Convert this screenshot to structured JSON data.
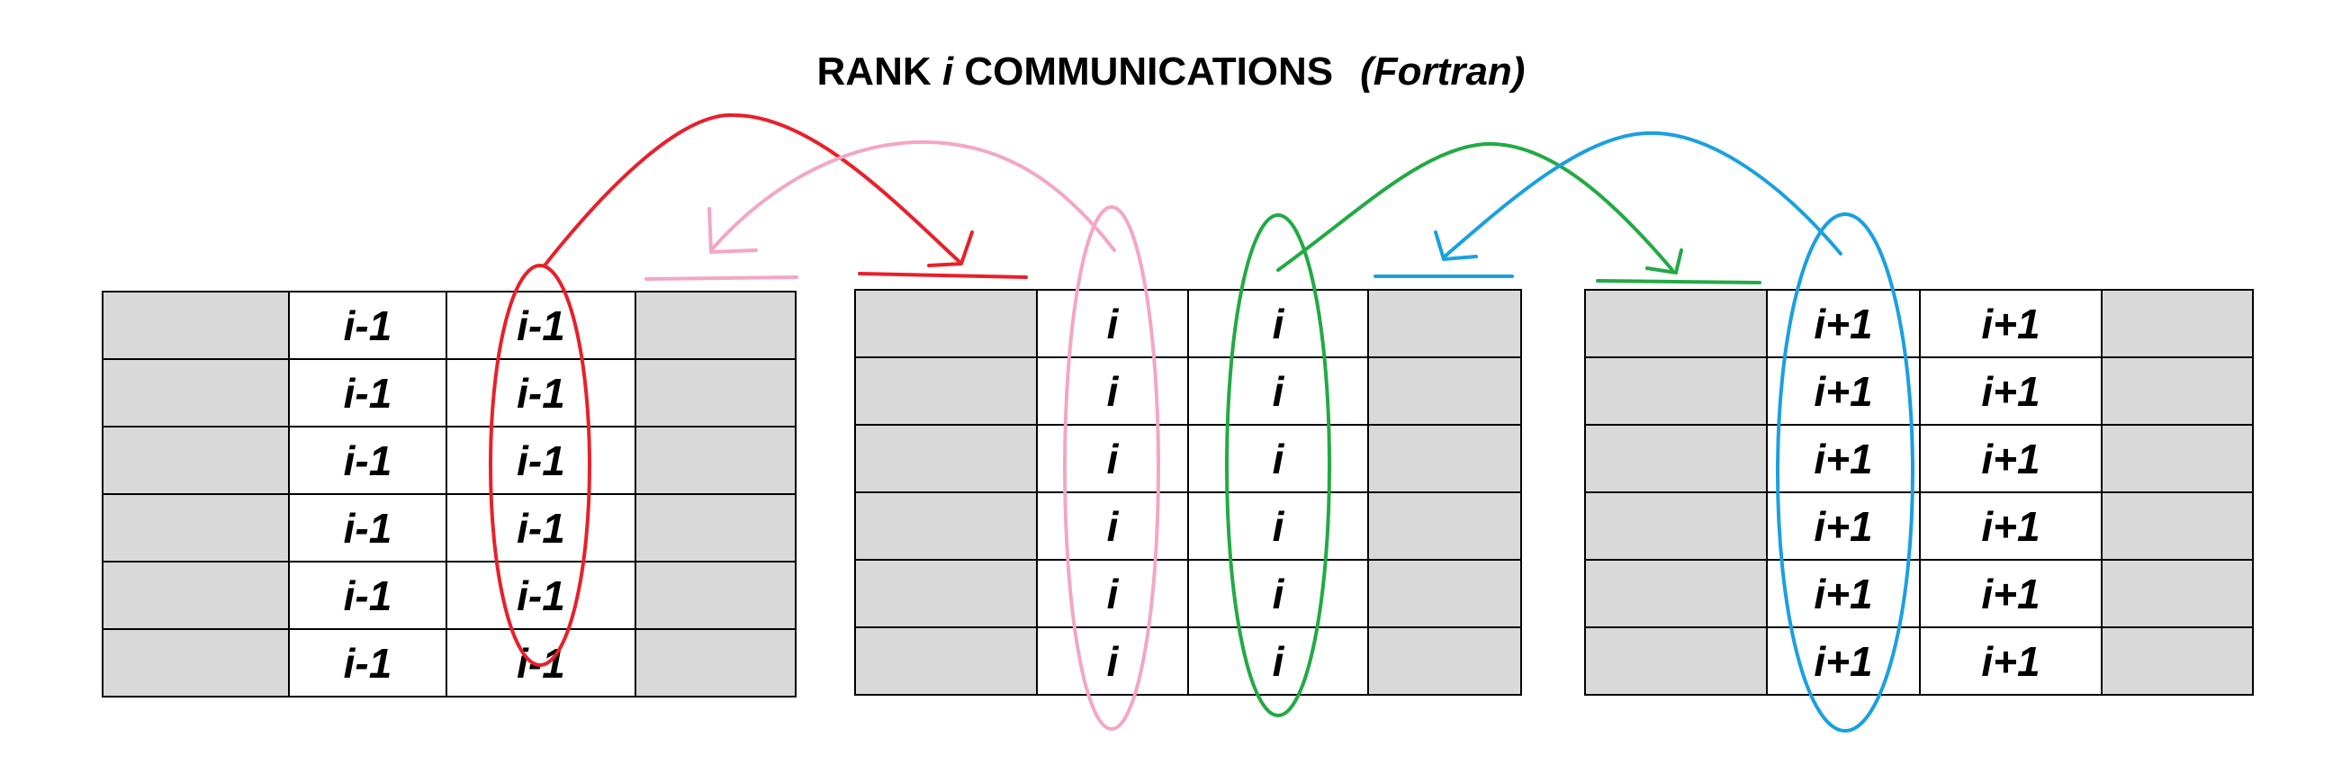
{
  "title": {
    "prefix": "RANK",
    "variable": "i",
    "suffix": "COMMUNICATIONS",
    "language": "(Fortran)"
  },
  "tables": {
    "left": {
      "col_a": [
        "i-1",
        "i-1",
        "i-1",
        "i-1",
        "i-1",
        "i-1"
      ],
      "col_b": [
        "i-1",
        "i-1",
        "i-1",
        "i-1",
        "i-1",
        "i-1"
      ]
    },
    "middle": {
      "col_a": [
        "i",
        "i",
        "i",
        "i",
        "i",
        "i"
      ],
      "col_b": [
        "i",
        "i",
        "i",
        "i",
        "i",
        "i"
      ]
    },
    "right": {
      "col_a": [
        "i+1",
        "i+1",
        "i+1",
        "i+1",
        "i+1",
        "i+1"
      ],
      "col_b": [
        "i+1",
        "i+1",
        "i+1",
        "i+1",
        "i+1",
        "i+1"
      ]
    }
  },
  "colors": {
    "red": "#e8202a",
    "pink": "#f4a6c4",
    "green": "#22aa44",
    "blue": "#1aa0e0",
    "ghost_cell": "#d9d9d9"
  }
}
